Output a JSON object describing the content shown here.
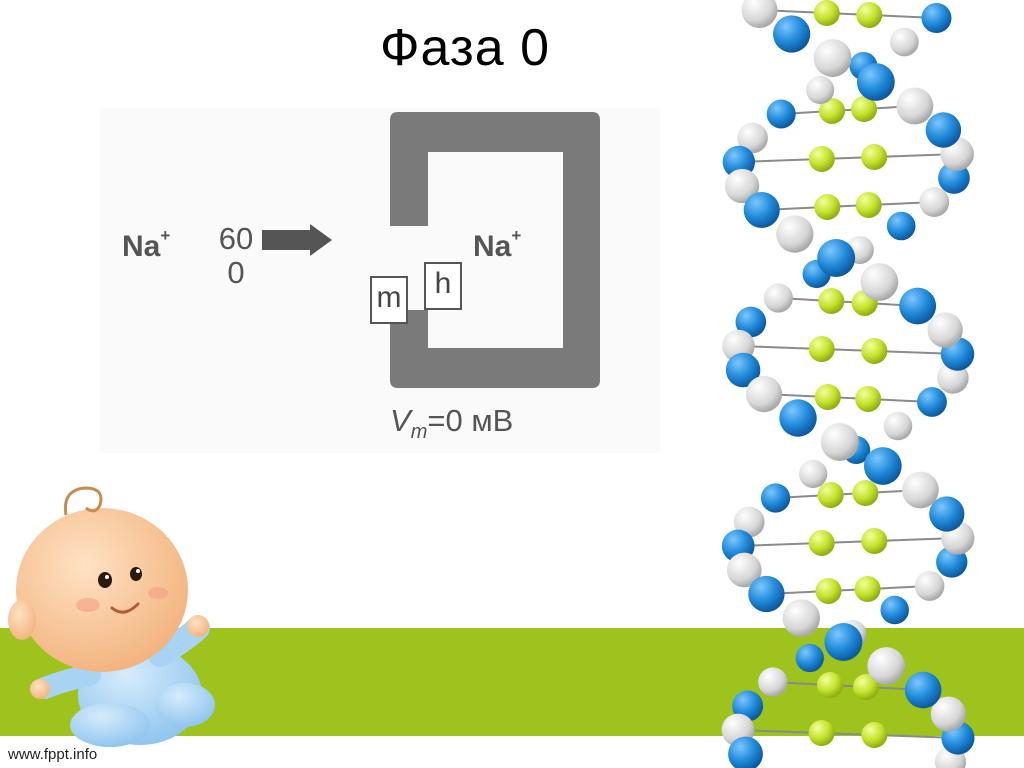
{
  "slide": {
    "title": "Фаза 0",
    "footer": "www.fppt.info"
  },
  "diagram": {
    "ion_outside": "Na",
    "ion_outside_charge": "+",
    "concentration_line1": "60",
    "concentration_line2": "0",
    "ion_inside": "Na",
    "ion_inside_charge": "+",
    "gate_m": "m",
    "gate_h": "h",
    "vm_symbol": "V",
    "vm_subscript": "m",
    "vm_value": "=0 мВ"
  },
  "colors": {
    "ground": "#9ec31c",
    "membrane": "#7a7a7a",
    "dna_white": "#e2e2e2",
    "dna_blue": "#1e88d8",
    "dna_green": "#c3e22c",
    "baby_skin": "#f8c79a",
    "baby_suit": "#a9d3f2"
  },
  "icons": {
    "arrow": "right-arrow-icon",
    "dna": "dna-helix-icon",
    "baby": "baby-icon"
  }
}
